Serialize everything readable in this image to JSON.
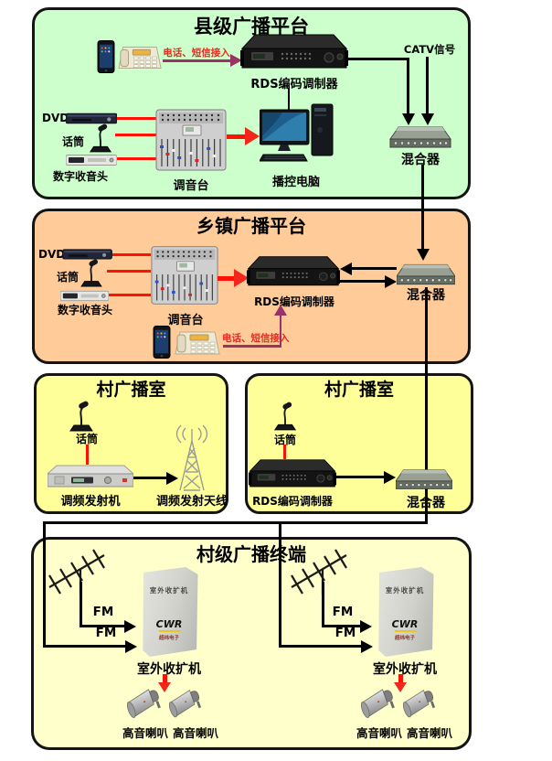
{
  "colors": {
    "county_bg": "#ccffcc",
    "township_bg": "#ffcc99",
    "village_bg": "#ffff99",
    "terminal_bg": "#ffffcc",
    "connector_line": "#000000",
    "source_line": "#ff1205",
    "access_text": "#e8291f",
    "access_arrow": "#993366"
  },
  "sections": {
    "county": {
      "title": "县级广播平台",
      "access_label": "电话、短信接入",
      "rds_label": "RDS编码调制器",
      "catv_label": "CATV信号",
      "mixer_label": "混合器",
      "dvd_label": "DVD",
      "mic_label": "话筒",
      "tuner_label": "数字收音头",
      "console_label": "调音台",
      "computer_label": "播控电脑"
    },
    "township": {
      "title": "乡镇广播平台",
      "dvd_label": "DVD",
      "mic_label": "话筒",
      "tuner_label": "数字收音头",
      "console_label": "调音台",
      "rds_label": "RDS编码调制器",
      "mixer_label": "混合器",
      "access_label": "电话、短信接入"
    },
    "village_left": {
      "title": "村广播室",
      "mic_label": "话筒",
      "transmitter_label": "调频发射机",
      "antenna_label": "调频发射天线"
    },
    "village_right": {
      "title": "村广播室",
      "mic_label": "话筒",
      "rds_label": "RDS编码调制器",
      "mixer_label": "混合器"
    },
    "terminal": {
      "title": "村级广播终端",
      "halves": [
        {
          "fm_top": "FM",
          "fm_bottom": "FM",
          "device_text": "室外收扩机",
          "brand": "CWR",
          "brand_sub": "超纬电子",
          "amp_label": "室外收扩机",
          "speaker_labels": [
            "高音喇叭",
            "高音喇叭"
          ]
        },
        {
          "fm_top": "FM",
          "fm_bottom": "FM",
          "device_text": "室外收扩机",
          "brand": "CWR",
          "brand_sub": "超纬电子",
          "amp_label": "室外收扩机",
          "speaker_labels": [
            "高音喇叭",
            "高音喇叭"
          ]
        }
      ]
    }
  }
}
